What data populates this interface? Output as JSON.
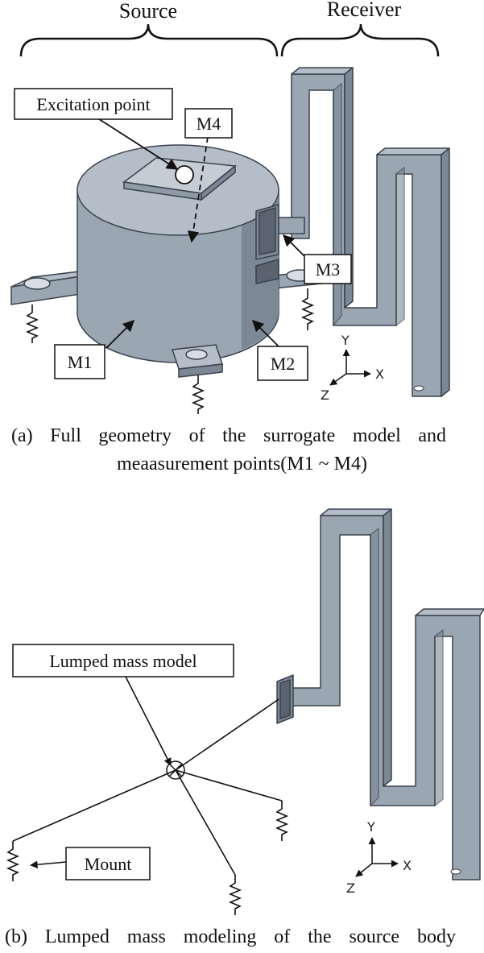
{
  "top": {
    "source_label": "Source",
    "receiver_label": "Receiver"
  },
  "panel_a": {
    "callouts": {
      "excitation": "Excitation point",
      "m1": "M1",
      "m2": "M2",
      "m3": "M3",
      "m4": "M4"
    },
    "axes": {
      "x": "X",
      "y": "Y",
      "z": "Z"
    },
    "caption_line1": "(a) Full geometry of the surrogate model and",
    "caption_line2": "meaasurement points(M1 ~ M4)"
  },
  "panel_b": {
    "callouts": {
      "lumped": "Lumped mass model",
      "mount": "Mount"
    },
    "axes": {
      "x": "X",
      "y": "Y",
      "z": "Z"
    },
    "caption": "(b) Lumped mass modeling of the source body"
  },
  "colors": {
    "body": "#9aa6b2",
    "body_top": "#b4bec8",
    "body_dark": "#7c8896",
    "edge": "#3a424c"
  }
}
